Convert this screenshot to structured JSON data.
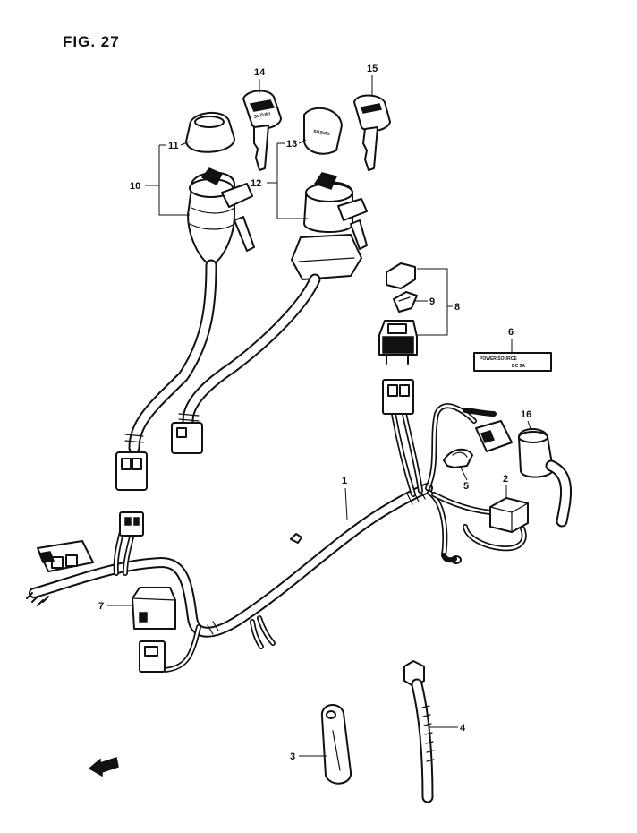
{
  "figure": {
    "title": "FIG. 27"
  },
  "callouts": {
    "c1": "1",
    "c2": "2",
    "c3": "3",
    "c4": "4",
    "c5": "5",
    "c6": "6",
    "c7": "7",
    "c8": "8",
    "c9": "9",
    "c10": "10",
    "c11": "11",
    "c12": "12",
    "c13": "13",
    "c14": "14",
    "c15": "15",
    "c16": "16"
  },
  "parts": {
    "key_14_label": "SUZUKI",
    "cap_13_label": "SUZUKI",
    "label_6_line1": "POWER SOURCE",
    "label_6_line2": "DC 5A"
  },
  "colors": {
    "ink": "#111111",
    "paper": "#ffffff"
  }
}
